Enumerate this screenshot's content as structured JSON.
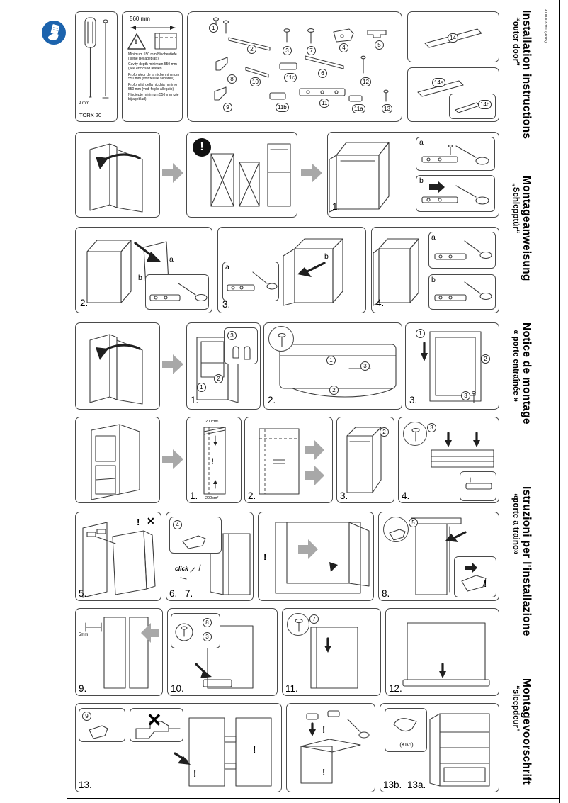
{
  "doc_code": "9000308360 (9705)",
  "sidebar": {
    "titles": [
      {
        "main": "Installation instructions",
        "sub": "“outer door”"
      },
      {
        "main": "Montageanweisung",
        "sub": "„Schlepptür“"
      },
      {
        "main": "Notice de montage",
        "sub": "« porte entraînée »"
      },
      {
        "main": "Istruzioni per l'installazione",
        "sub": "«porte a traino»"
      },
      {
        "main": "Montagevoorschrift",
        "sub": "“sleepdeur”"
      }
    ]
  },
  "tools": {
    "torx": "TORX 20",
    "blade": "2 mm"
  },
  "niche": {
    "depth": "560 mm",
    "notes": [
      "Minimum 550 mm Nischentiefe (siehe Beilageblatt)",
      "Cavity depth minimum 550 mm (see enclosed leaflet)",
      "Profondeur de la niche minimum 550 mm (voir feuille séparée)",
      "Profondità della nicchia minimo 550 mm (vedi foglio allegato)",
      "Nisdiepte minimum 550 mm (zie bijlageblad)"
    ]
  },
  "parts": {
    "p1": "1",
    "p2": "2",
    "p3": "3",
    "p4": "4",
    "p5": "5",
    "p6": "6",
    "p7": "7",
    "p8": "8",
    "p9": "9",
    "p10": "10",
    "p11": "11",
    "p11a": "11a",
    "p11b": "11b",
    "p11c": "11c",
    "p12": "12",
    "p13": "13",
    "p14": "14",
    "p14a": "14a",
    "p14b": "14b"
  },
  "steps": {
    "s1": "1.",
    "s2": "2.",
    "s3": "3.",
    "s4": "4.",
    "s5": "5.",
    "s6": "6.",
    "s7": "7.",
    "s8": "8.",
    "s9": "9.",
    "s10": "10.",
    "s11": "11.",
    "s12": "12.",
    "s13": "13.",
    "s13a": "13a.",
    "s13b": "13b."
  },
  "marks": {
    "a": "a",
    "b": "b",
    "exclaim": "!",
    "cross": "✕",
    "click": "click",
    "kiv": "(KIV!)",
    "five_mm": "5mm",
    "vent_top": "200cm²",
    "vent_bottom": "200cm²",
    "c1": "1",
    "c2": "2",
    "c3": "3",
    "c4": "4",
    "c5": "5",
    "c7": "7",
    "c8": "8",
    "c9": "9"
  }
}
